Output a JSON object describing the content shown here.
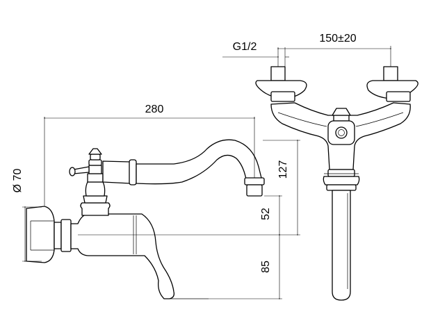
{
  "dimensions": {
    "length": "280",
    "diameter": "Ø 70",
    "height_upper": "127",
    "height_middle": "52",
    "height_lower": "85",
    "thread": "G1/2",
    "center_distance": "150±20"
  }
}
